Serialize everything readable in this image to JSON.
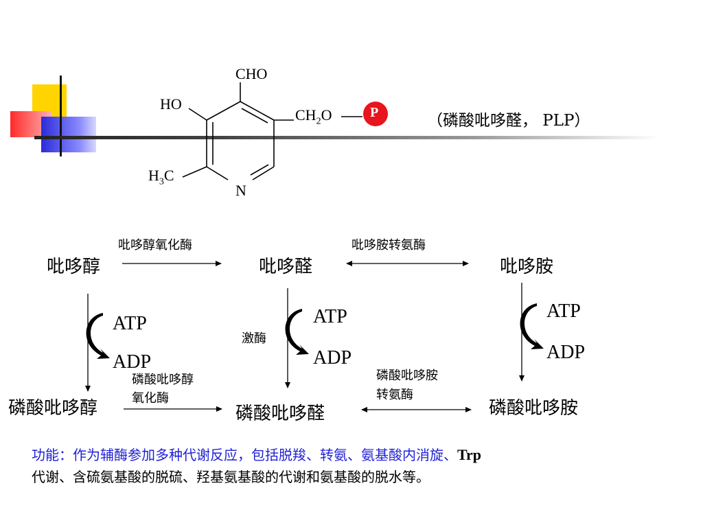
{
  "structure": {
    "cho": "CHO",
    "ho": "HO",
    "ch2o_main": "CH",
    "ch2o_sub": "2",
    "ch2o_o": "O",
    "phosphate": "P",
    "h3c_h": "H",
    "h3c_sub": "3",
    "h3c_c": "C",
    "n": "N",
    "caption": "（磷酸吡哆醛， PLP）"
  },
  "pathway": {
    "pyridoxol": "吡哆醇",
    "pyridoxal": "吡哆醛",
    "pyridoxamine": "吡哆胺",
    "pyridoxol_oxidase": "吡哆醇氧化酶",
    "pyridoxamine_transaminase": "吡哆胺转氨酶",
    "kinase": "激酶",
    "atp": "ATP",
    "adp": "ADP",
    "pyridoxol_phosphate": "磷酸吡哆醇",
    "pyridoxal_phosphate": "磷酸吡哆醛",
    "pyridoxamine_phosphate": "磷酸吡哆胺",
    "plp_oxidase_line1": "磷酸吡哆醇",
    "plp_oxidase_line2": "氧化酶",
    "pmp_transaminase_line1": "磷酸吡哆胺",
    "pmp_transaminase_line2": "转氨酶"
  },
  "function": {
    "line1_blue": "功能：作为辅酶参加多种代谢反应，包括脱羧、转氨、氨基酸内消旋、",
    "line1_bold": "Trp",
    "line2": "代谢、含硫氨基酸的脱硫、羟基氨基酸的代谢和氨基酸的脱水等。"
  },
  "colors": {
    "phosphate_fill": "#e8141e",
    "function_text": "#1f1fd6",
    "deco_yellow": "#ffd400",
    "deco_red": "#ff3b3b",
    "deco_blue": "#2b2bd9"
  }
}
